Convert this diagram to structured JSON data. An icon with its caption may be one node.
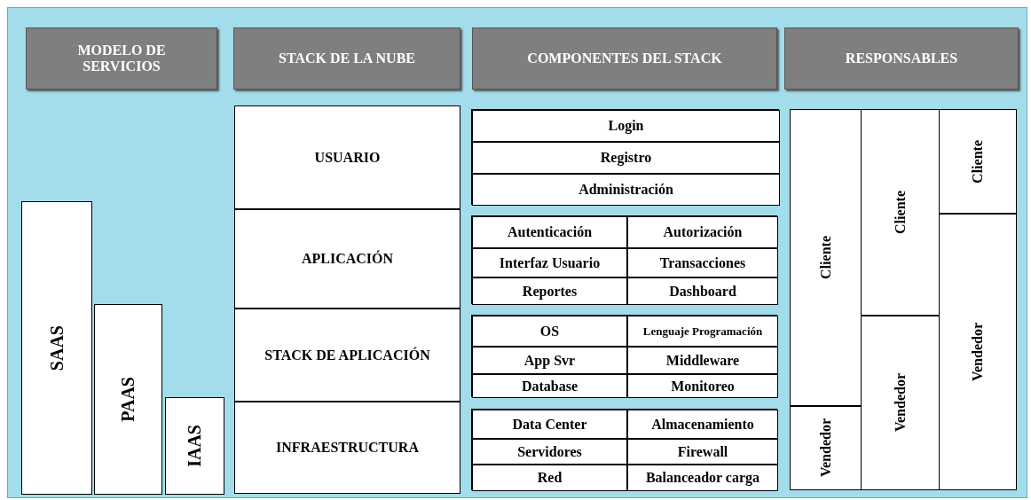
{
  "diagram": {
    "nodes": [
      {
        "text": [
          "MODELO DE SERVICIOS"
        ]
      },
      {
        "text": [
          "STACK DE LA NUBE"
        ]
      },
      {
        "text": [
          "COMPONENTES DEL STACK"
        ]
      },
      {
        "text": [
          "RESPONSABLES"
        ]
      },
      {
        "text": [
          "SAAS"
        ]
      },
      {
        "text": [
          "PAAS"
        ]
      },
      {
        "text": [
          "IAAS"
        ]
      },
      {
        "text": [
          "USUARIO"
        ]
      },
      {
        "text": [
          "APLICACIÓN"
        ]
      },
      {
        "text": [
          "STACK DE APLICACIÓN"
        ]
      },
      {
        "text": [
          "INFRAESTRUCTURA"
        ]
      },
      {
        "text": [],
        "shape": "box"
      },
      {
        "text": [
          "Login"
        ],
        "in": 11
      },
      {
        "text": [
          "Registro"
        ],
        "in": 11
      },
      {
        "text": [
          "Administración"
        ],
        "in": 11
      },
      {
        "text": [],
        "shape": "box"
      },
      {
        "text": [
          "Autenticación"
        ],
        "in": 15
      },
      {
        "text": [
          "Autorización"
        ],
        "in": 15
      },
      {
        "text": [
          "Interfaz Usuario"
        ],
        "in": 15
      },
      {
        "text": [
          "Transacciones"
        ],
        "in": 15
      },
      {
        "text": [
          "Reportes"
        ],
        "in": 15
      },
      {
        "text": [
          "Dashboard"
        ],
        "in": 15
      },
      {
        "text": [],
        "shape": "box"
      },
      {
        "text": [
          "OS"
        ],
        "in": 22
      },
      {
        "text": [
          "Lenguaje Programación"
        ],
        "in": 22
      },
      {
        "text": [
          "App Svr"
        ],
        "in": 22
      },
      {
        "text": [
          "Middleware"
        ],
        "in": 22
      },
      {
        "text": [
          "Database"
        ],
        "in": 22
      },
      {
        "text": [
          "Monitoreo"
        ],
        "in": 22
      },
      {
        "text": [],
        "shape": "box"
      },
      {
        "text": [
          "Data Center"
        ],
        "in": 29
      },
      {
        "text": [
          "Almacenamiento"
        ],
        "in": 29
      },
      {
        "text": [
          "Servidores"
        ],
        "in": 29
      },
      {
        "text": [
          "Firewall"
        ],
        "in": 29
      },
      {
        "text": [
          "Red"
        ],
        "in": 29
      },
      {
        "text": [
          "Balanceador carga"
        ],
        "in": 29
      },
      {
        "text": [
          "Cliente"
        ]
      },
      {
        "text": [
          "Vendedor"
        ]
      },
      {
        "text": [
          "Cliente"
        ]
      },
      {
        "text": [
          "Vendedor"
        ]
      },
      {
        "text": [
          "Cliente"
        ]
      },
      {
        "text": [
          "Vendedor"
        ]
      }
    ]
  }
}
